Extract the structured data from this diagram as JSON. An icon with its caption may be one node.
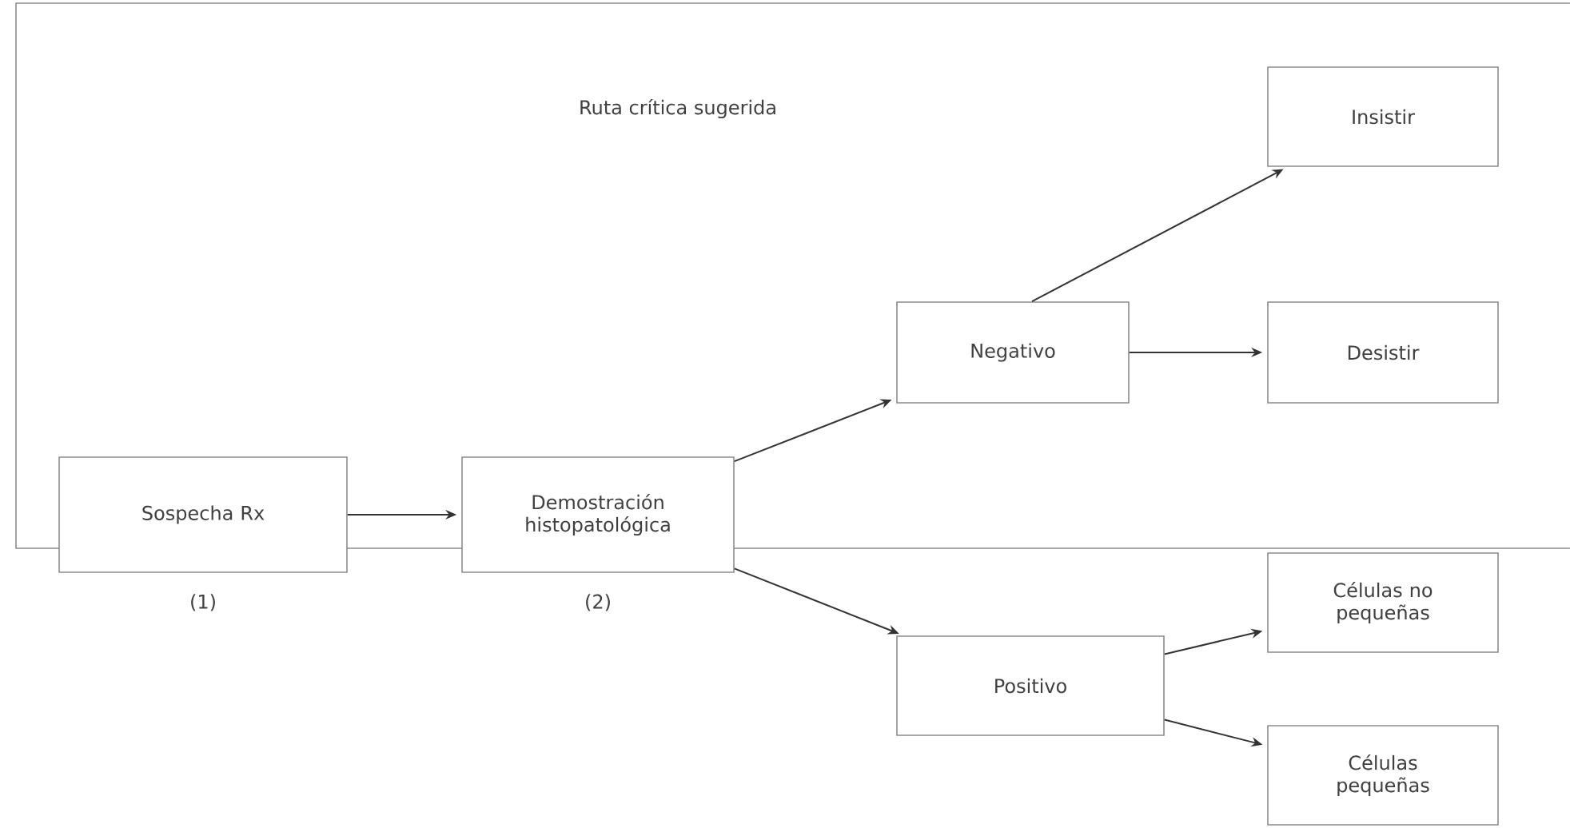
{
  "diagram": {
    "nodes": [
      {
        "text": [
          "Ruta crítica sugerida"
        ]
      },
      {
        "text": [
          "Sospecha Rx"
        ],
        "beside": [
          "(1)"
        ]
      },
      {
        "text": [
          "Demostración histopatológica"
        ],
        "beside": [
          "(2)"
        ]
      },
      {
        "text": [
          "Negativo"
        ],
        "in": 0
      },
      {
        "text": [
          "Insistir"
        ],
        "in": 0
      },
      {
        "text": [
          "Desistir"
        ],
        "in": 0
      },
      {
        "text": [
          "Positivo"
        ]
      },
      {
        "text": [
          "Células no pequeñas"
        ]
      },
      {
        "text": [
          "Células pequeñas"
        ]
      }
    ],
    "edges": [
      {
        "from": 1,
        "to": 2,
        "arrow": "to"
      },
      {
        "from": 2,
        "to": 3,
        "arrow": "to"
      },
      {
        "from": 2,
        "to": 6,
        "arrow": "to"
      },
      {
        "from": 3,
        "to": 4,
        "arrow": "to"
      },
      {
        "from": 3,
        "to": 5,
        "arrow": "to"
      },
      {
        "from": 6,
        "to": 7,
        "arrow": "to"
      },
      {
        "from": 6,
        "to": 8,
        "arrow": "to"
      }
    ]
  }
}
